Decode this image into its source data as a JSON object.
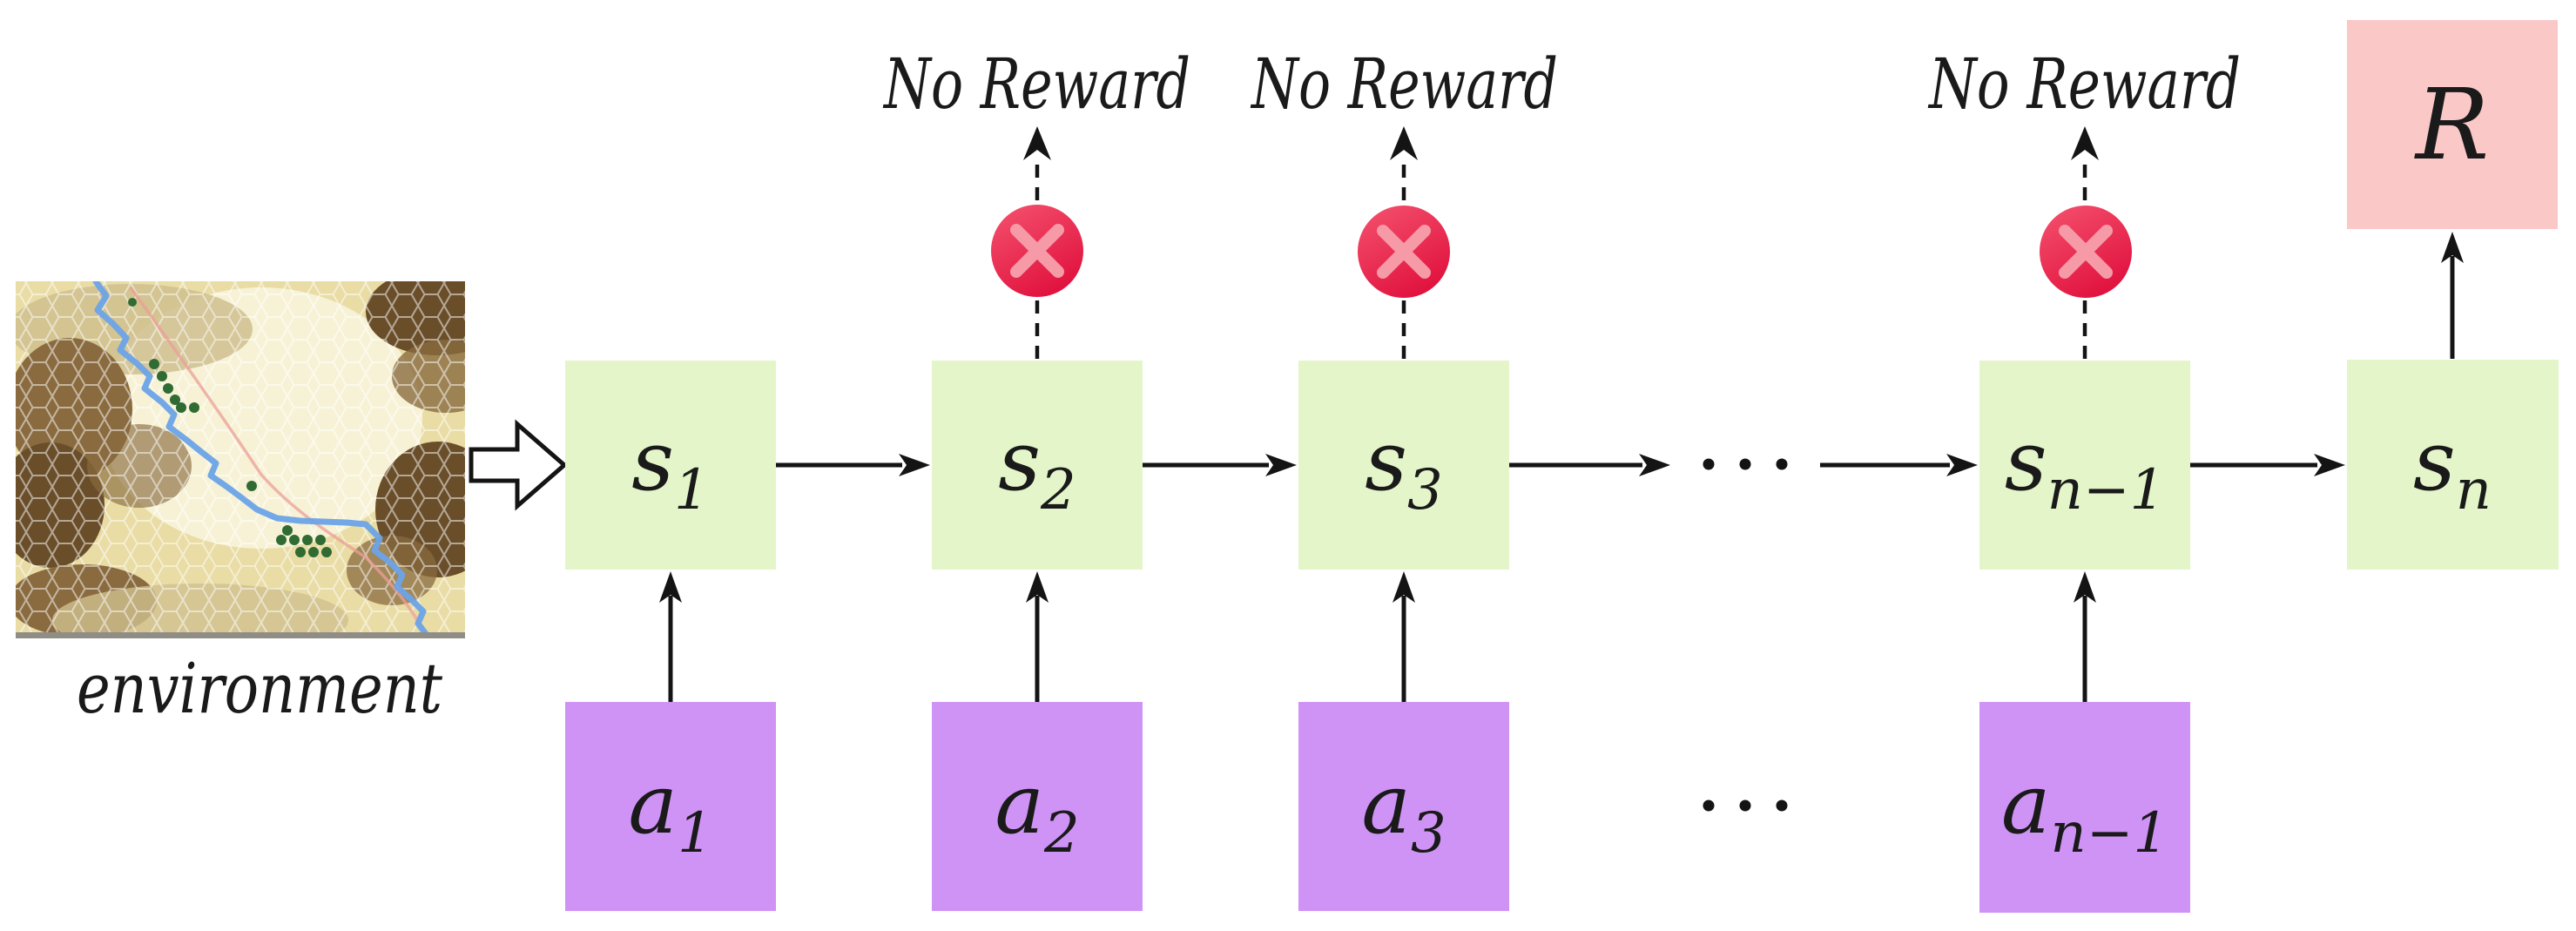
{
  "environment": {
    "caption": "environment",
    "palette": {
      "sand_base": "#e9dca4",
      "sand_light": "#f7f2d6",
      "tan_medium": "#cfc08e",
      "brown_dark": "#6a4e2a",
      "brown_mid": "#8a6b3f",
      "river_blue": "#6ba3e8",
      "trail_red": "#eb9f98",
      "tree_green": "#2f6b33",
      "baseline_gray": "#8f8d86"
    }
  },
  "chain": {
    "states": [
      {
        "base": "s",
        "sub": "1"
      },
      {
        "base": "s",
        "sub": "2"
      },
      {
        "base": "s",
        "sub": "3"
      },
      {
        "base": "s",
        "sub": "n−1"
      },
      {
        "base": "s",
        "sub": "n"
      }
    ],
    "actions": [
      {
        "base": "a",
        "sub": "1"
      },
      {
        "base": "a",
        "sub": "2"
      },
      {
        "base": "a",
        "sub": "3"
      },
      {
        "base": "a",
        "sub": "n−1"
      }
    ],
    "no_reward_labels": [
      "No Reward",
      "No Reward",
      "No Reward"
    ],
    "reward_label": "R",
    "top_ellipsis": "⋯",
    "bottom_ellipsis": "⋯"
  },
  "colors": {
    "state_fill": "#e4f6c9",
    "action_fill": "#cf93f5",
    "reward_fill": "#fbc8c8",
    "reward_text": "#c2191c",
    "no_reward_text": "#d31a22",
    "cross_grad_top": "#f5536f",
    "cross_grad_bottom": "#e11440",
    "cross_mark": "#f69aa8",
    "arrow": "#141414"
  }
}
